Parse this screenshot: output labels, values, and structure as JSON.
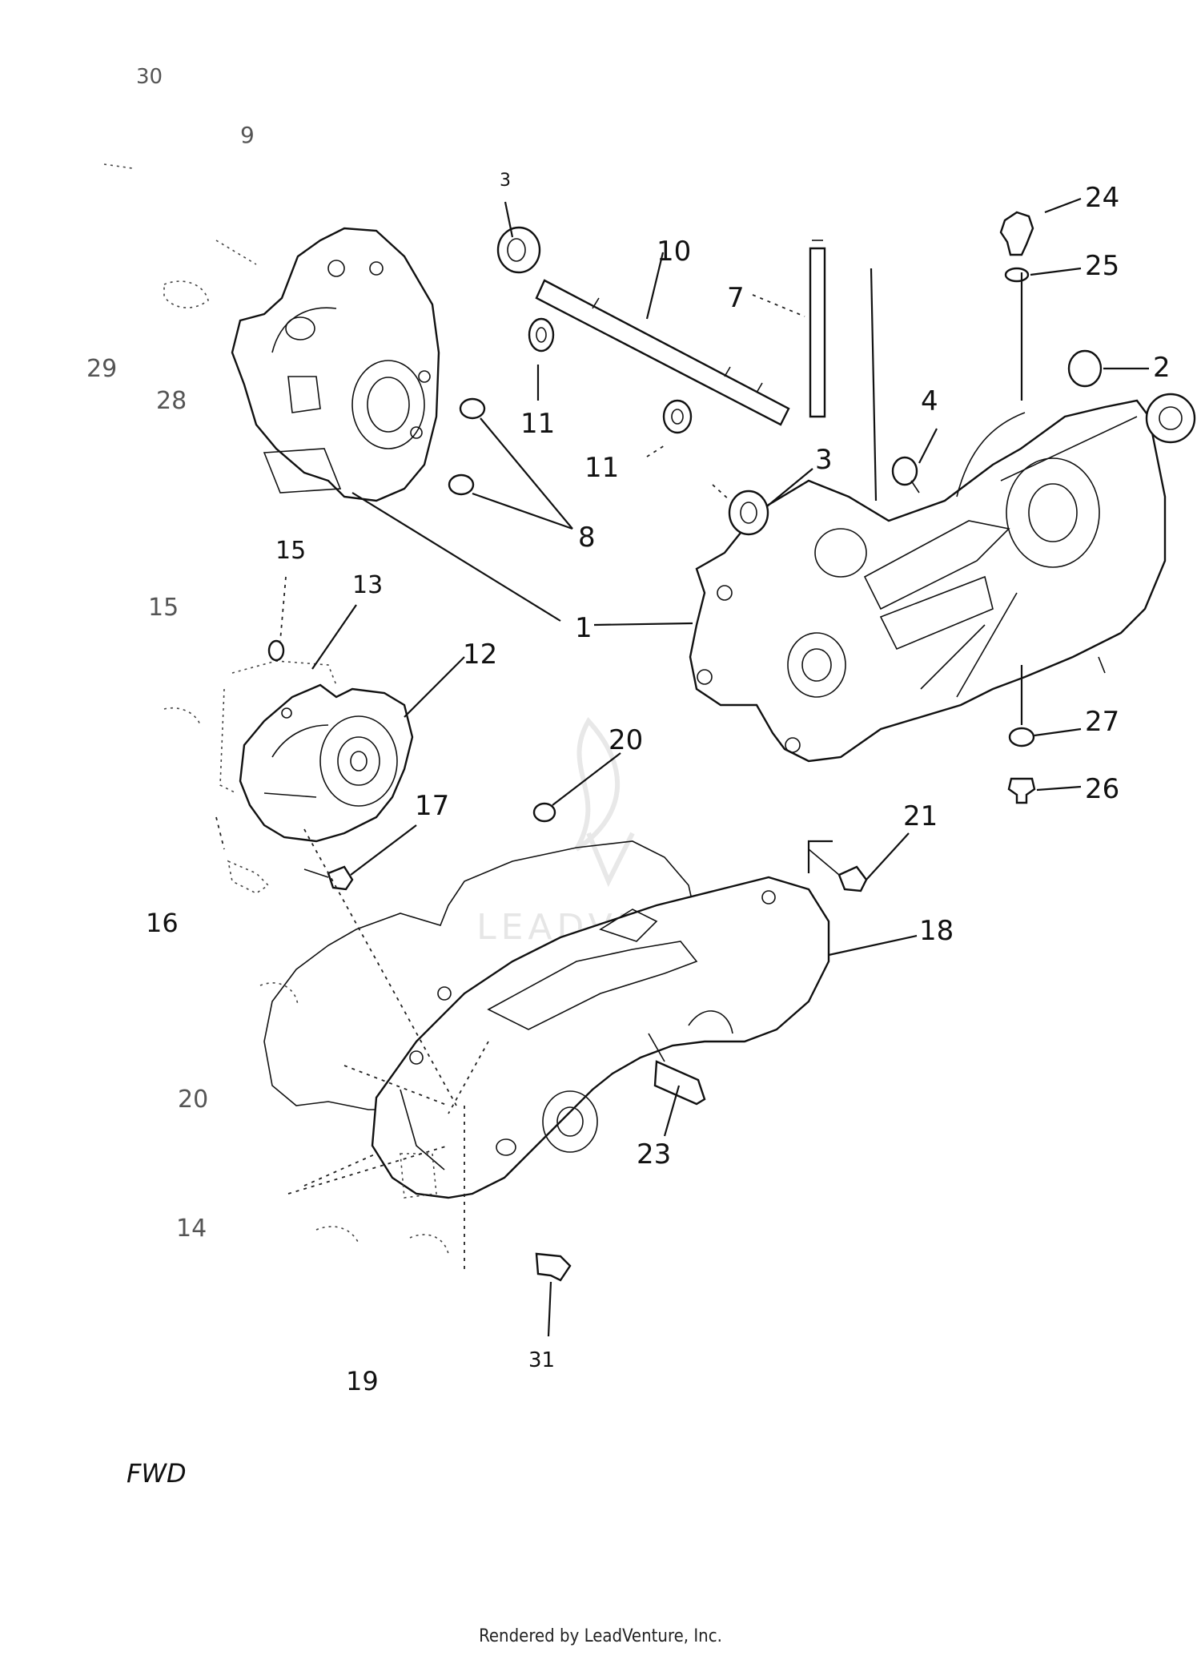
{
  "labels": {
    "l1": "1",
    "l2": "2",
    "l3a": "3",
    "l3b": "3",
    "l4": "4",
    "l7": "7",
    "l8": "8",
    "l9": "9",
    "l10": "10",
    "l11a": "11",
    "l11b": "11",
    "l12": "12",
    "l13": "13",
    "l14": "14",
    "l15a": "15",
    "l15b": "15",
    "l16": "16",
    "l17": "17",
    "l18": "18",
    "l19": "19",
    "l20a": "20",
    "l20b": "20",
    "l21": "21",
    "l23": "23",
    "l24": "24",
    "l25": "25",
    "l26": "26",
    "l27": "27",
    "l28": "28",
    "l29": "29",
    "l30": "30",
    "l31": "31",
    "fwd": "FWD"
  },
  "watermark": "LEADVENTURE",
  "credit": "Rendered by LeadVenture, Inc."
}
